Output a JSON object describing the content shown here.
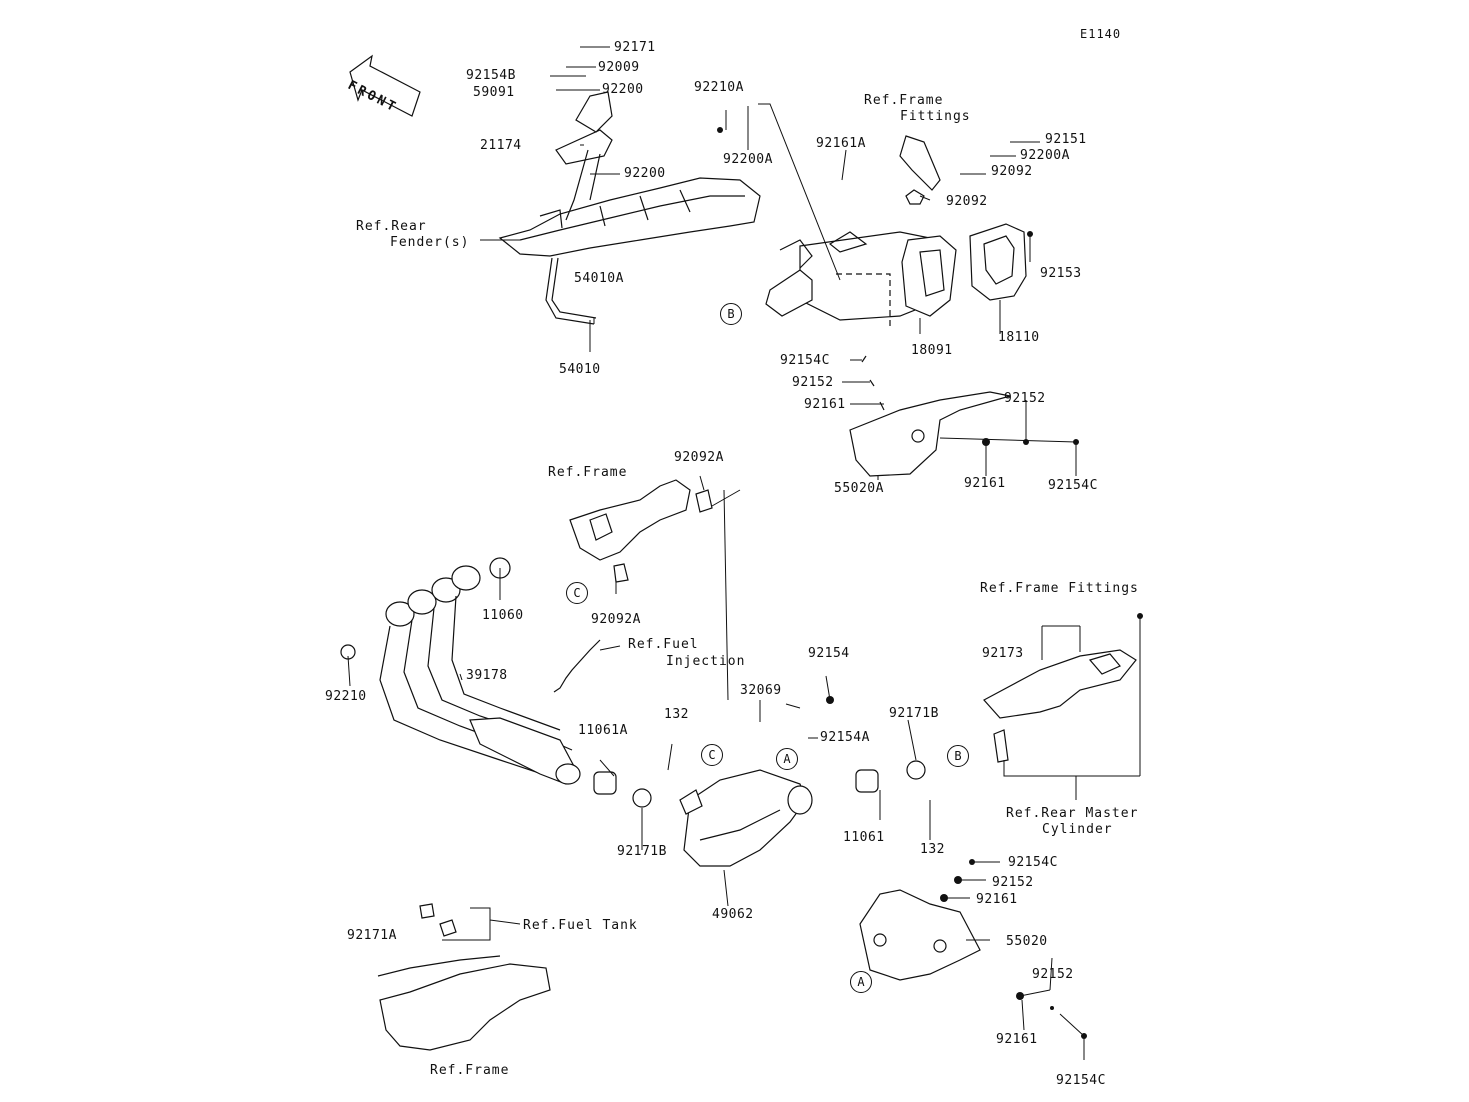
{
  "diagram_code": "E1140",
  "front_label": "FRONT",
  "parts": {
    "p92171": "92171",
    "p92009": "92009",
    "p92154B": "92154B",
    "p92200_a": "92200",
    "p59091": "59091",
    "p21174": "21174",
    "p92200_b": "92200",
    "p54010A": "54010A",
    "p54010": "54010",
    "p92210A": "92210A",
    "p92200A_a": "92200A",
    "p92161A": "92161A",
    "p92151": "92151",
    "p92200A_b": "92200A",
    "p92092_a": "92092",
    "p92092_b": "92092",
    "p92153": "92153",
    "p18091": "18091",
    "p18110": "18110",
    "p92154C_a": "92154C",
    "p92152_a": "92152",
    "p92161_a": "92161",
    "p92152_b": "92152",
    "p55020A": "55020A",
    "p92161_b": "92161",
    "p92154C_b": "92154C",
    "p92092A_a": "92092A",
    "p92092A_b": "92092A",
    "p11060": "11060",
    "p92210": "92210",
    "p39178": "39178",
    "p11061A": "11061A",
    "p132_a": "132",
    "p92171B_a": "92171B",
    "p49062": "49062",
    "p32069": "32069",
    "p92154_m": "92154",
    "p92154A": "92154A",
    "p92171B_b": "92171B",
    "p11061": "11061",
    "p132_b": "132",
    "p92173": "92173",
    "p92154C_c": "92154C",
    "p92152_c": "92152",
    "p92161_c": "92161",
    "p55020": "55020",
    "p92152_d": "92152",
    "p92161_d": "92161",
    "p92154C_d": "92154C",
    "p92171A": "92171A"
  },
  "refs": {
    "rear_fender_1": "Ref.Rear",
    "rear_fender_2": "Fender(s)",
    "frame_fittings_1a": "Ref.Frame",
    "frame_fittings_1b": "Fittings",
    "frame_1": "Ref.Frame",
    "fuel_injection_1": "Ref.Fuel",
    "fuel_injection_2": "Injection",
    "frame_fittings_2": "Ref.Frame Fittings",
    "rear_master_1": "Ref.Rear Master",
    "rear_master_2": "Cylinder",
    "fuel_tank": "Ref.Fuel Tank",
    "frame_2": "Ref.Frame"
  },
  "callouts": {
    "A": "A",
    "B": "B",
    "C": "C"
  }
}
